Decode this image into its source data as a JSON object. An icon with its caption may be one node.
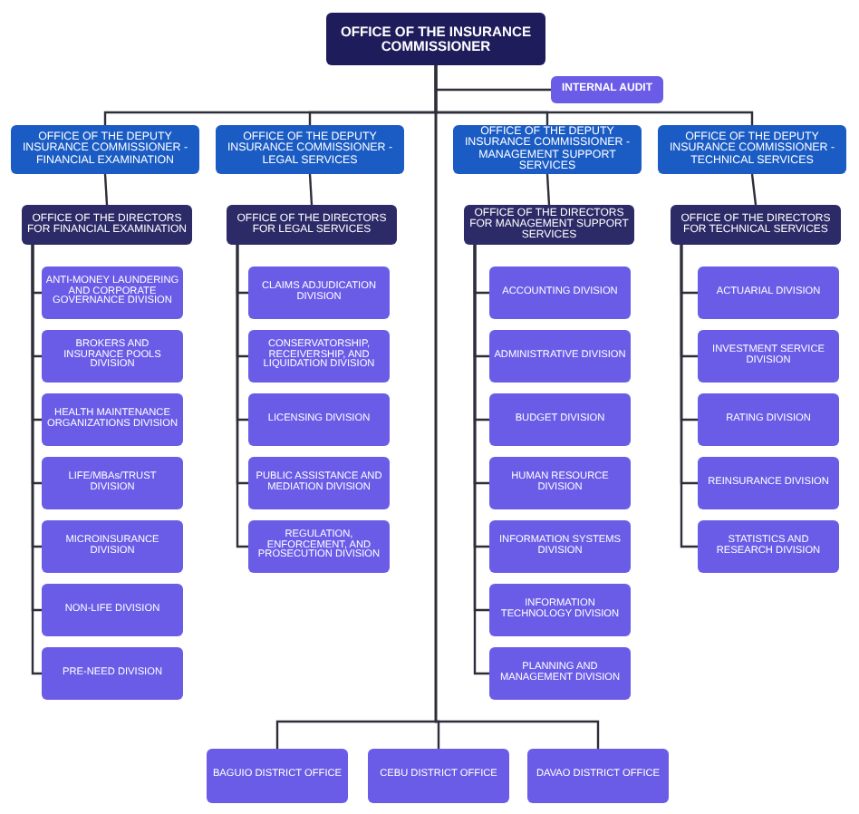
{
  "diagram": {
    "nodes": [
      {
        "text": [
          "OFFICE OF THE INSURANCE COMMISSIONER"
        ]
      },
      {
        "text": [
          "INTERNAL AUDIT"
        ]
      },
      {
        "text": [
          "OFFICE OF THE DEPUTY INSURANCE COMMISSIONER - FINANCIAL EXAMINATION"
        ]
      },
      {
        "text": [
          "OFFICE OF THE DEPUTY INSURANCE COMMISSIONER - LEGAL SERVICES"
        ]
      },
      {
        "text": [
          "OFFICE OF THE DEPUTY INSURANCE COMMISSIONER - MANAGEMENT SUPPORT SERVICES"
        ]
      },
      {
        "text": [
          "OFFICE OF THE DEPUTY INSURANCE COMMISSIONER - TECHNICAL SERVICES"
        ]
      },
      {
        "text": [
          "OFFICE OF THE DIRECTORS FOR FINANCIAL EXAMINATION"
        ]
      },
      {
        "text": [
          "OFFICE OF THE DIRECTORS FOR LEGAL SERVICES"
        ]
      },
      {
        "text": [
          "OFFICE OF THE DIRECTORS FOR MANAGEMENT SUPPORT SERVICES"
        ]
      },
      {
        "text": [
          "OFFICE OF THE DIRECTORS FOR TECHNICAL SERVICES"
        ]
      },
      {
        "text": [
          "ANTI-MONEY LAUNDERING AND CORPORATE GOVERNANCE DIVISION"
        ]
      },
      {
        "text": [
          "BROKERS AND INSURANCE POOLS DIVISION"
        ]
      },
      {
        "text": [
          "HEALTH MAINTENANCE ORGANIZATIONS DIVISION"
        ]
      },
      {
        "text": [
          "LIFE/MBAs/TRUST DIVISION"
        ]
      },
      {
        "text": [
          "MICROINSURANCE DIVISION"
        ]
      },
      {
        "text": [
          "NON-LIFE DIVISION"
        ]
      },
      {
        "text": [
          "PRE-NEED DIVISION"
        ]
      },
      {
        "text": [
          "CLAIMS ADJUDICATION DIVISION"
        ]
      },
      {
        "text": [
          "CONSERVATORSHIP, RECEIVERSHIP, AND LIQUIDATION DIVISION"
        ]
      },
      {
        "text": [
          "LICENSING DIVISION"
        ]
      },
      {
        "text": [
          "PUBLIC ASSISTANCE AND MEDIATION DIVISION"
        ]
      },
      {
        "text": [
          "REGULATION, ENFORCEMENT, AND PROSECUTION DIVISION"
        ]
      },
      {
        "text": [
          "ACCOUNTING DIVISION"
        ]
      },
      {
        "text": [
          "ADMINISTRATIVE DIVISION"
        ]
      },
      {
        "text": [
          "BUDGET DIVISION"
        ]
      },
      {
        "text": [
          "HUMAN RESOURCE DIVISION"
        ]
      },
      {
        "text": [
          "INFORMATION SYSTEMS DIVISION"
        ]
      },
      {
        "text": [
          "INFORMATION TECHNOLOGY DIVISION"
        ]
      },
      {
        "text": [
          "PLANNING AND MANAGEMENT DIVISION"
        ]
      },
      {
        "text": [
          "ACTUARIAL DIVISION"
        ]
      },
      {
        "text": [
          "INVESTMENT SERVICE DIVISION"
        ]
      },
      {
        "text": [
          "RATING DIVISION"
        ]
      },
      {
        "text": [
          "REINSURANCE DIVISION"
        ]
      },
      {
        "text": [
          "STATISTICS AND RESEARCH DIVISION"
        ]
      },
      {
        "text": [
          "BAGUIO DISTRICT OFFICE"
        ]
      },
      {
        "text": [
          "CEBU DISTRICT OFFICE"
        ]
      },
      {
        "text": [
          "DAVAO DISTRICT OFFICE"
        ]
      }
    ],
    "edges": [
      {
        "from": 0,
        "to": 1,
        "arrow": "none"
      },
      {
        "from": 0,
        "to": 2,
        "arrow": "none"
      },
      {
        "from": 0,
        "to": 3,
        "arrow": "none"
      },
      {
        "from": 0,
        "to": 4,
        "arrow": "none"
      },
      {
        "from": 0,
        "to": 5,
        "arrow": "none"
      },
      {
        "from": 2,
        "to": 6,
        "arrow": "none"
      },
      {
        "from": 3,
        "to": 7,
        "arrow": "none"
      },
      {
        "from": 4,
        "to": 8,
        "arrow": "none"
      },
      {
        "from": 5,
        "to": 9,
        "arrow": "none"
      },
      {
        "from": 6,
        "to": 10,
        "arrow": "none"
      },
      {
        "from": 6,
        "to": 11,
        "arrow": "none"
      },
      {
        "from": 6,
        "to": 12,
        "arrow": "none"
      },
      {
        "from": 6,
        "to": 13,
        "arrow": "none"
      },
      {
        "from": 6,
        "to": 14,
        "arrow": "none"
      },
      {
        "from": 6,
        "to": 15,
        "arrow": "none"
      },
      {
        "from": 6,
        "to": 16,
        "arrow": "none"
      },
      {
        "from": 7,
        "to": 17,
        "arrow": "none"
      },
      {
        "from": 7,
        "to": 18,
        "arrow": "none"
      },
      {
        "from": 7,
        "to": 19,
        "arrow": "none"
      },
      {
        "from": 7,
        "to": 20,
        "arrow": "none"
      },
      {
        "from": 7,
        "to": 21,
        "arrow": "none"
      },
      {
        "from": 8,
        "to": 22,
        "arrow": "none"
      },
      {
        "from": 8,
        "to": 23,
        "arrow": "none"
      },
      {
        "from": 8,
        "to": 24,
        "arrow": "none"
      },
      {
        "from": 8,
        "to": 25,
        "arrow": "none"
      },
      {
        "from": 8,
        "to": 26,
        "arrow": "none"
      },
      {
        "from": 8,
        "to": 27,
        "arrow": "none"
      },
      {
        "from": 8,
        "to": 28,
        "arrow": "none"
      },
      {
        "from": 9,
        "to": 29,
        "arrow": "none"
      },
      {
        "from": 9,
        "to": 30,
        "arrow": "none"
      },
      {
        "from": 9,
        "to": 31,
        "arrow": "none"
      },
      {
        "from": 9,
        "to": 32,
        "arrow": "none"
      },
      {
        "from": 9,
        "to": 33,
        "arrow": "none"
      },
      {
        "from": 0,
        "to": 34,
        "arrow": "none"
      },
      {
        "from": 0,
        "to": 35,
        "arrow": "none"
      },
      {
        "from": 0,
        "to": 36,
        "arrow": "none"
      }
    ]
  }
}
